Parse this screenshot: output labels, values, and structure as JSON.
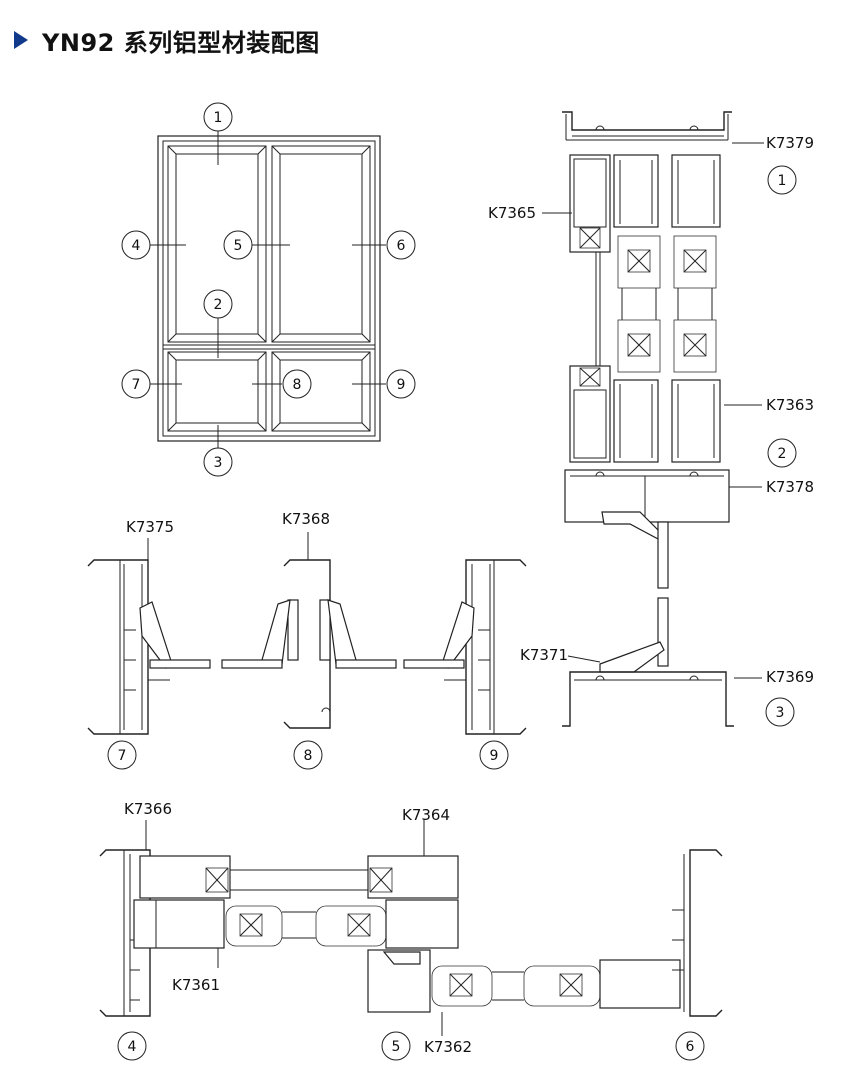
{
  "title": "YN92 系列铝型材装配图",
  "callouts": {
    "c1": "1",
    "c2": "2",
    "c3": "3",
    "c4": "4",
    "c5": "5",
    "c6": "6",
    "c7": "7",
    "c8": "8",
    "c9": "9"
  },
  "labels": {
    "k7379": "K7379",
    "k7365": "K7365",
    "k7363": "K7363",
    "k7378": "K7378",
    "k7371": "K7371",
    "k7369": "K7369",
    "k7375": "K7375",
    "k7368": "K7368",
    "k7366": "K7366",
    "k7364": "K7364",
    "k7361": "K7361",
    "k7362": "K7362"
  },
  "colors": {
    "accent": "#123a8c",
    "line": "#222222"
  }
}
